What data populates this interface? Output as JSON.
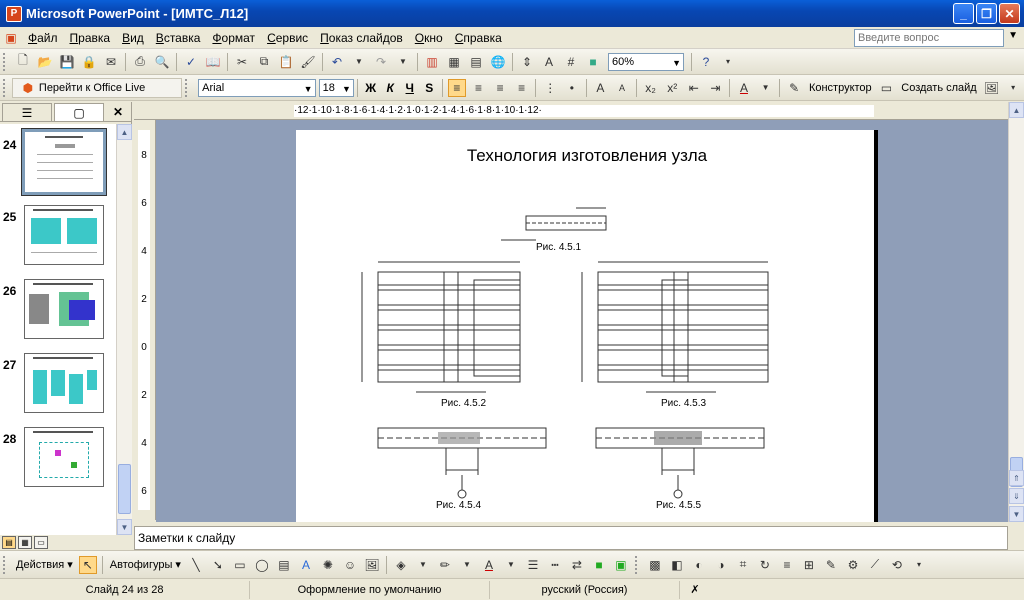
{
  "window": {
    "app_title": "Microsoft PowerPoint - [ИМТС_Л12]",
    "minimize": "_",
    "maximize": "❐",
    "close": "✕"
  },
  "menubar": {
    "items": [
      "Файл",
      "Правка",
      "Вид",
      "Вставка",
      "Формат",
      "Сервис",
      "Показ слайдов",
      "Окно",
      "Справка"
    ],
    "help_placeholder": "Введите вопрос"
  },
  "toolbar_standard": {
    "zoom": "60%"
  },
  "toolbar_formatting": {
    "office_live": "Перейти к Office Live",
    "font": "Arial",
    "size": "18",
    "bold": "Ж",
    "italic": "К",
    "underline": "Ч",
    "shadow": "S",
    "designer": "Конструктор",
    "new_slide": "Создать слайд"
  },
  "slide_pane": {
    "tab_outline": "☰",
    "tab_slides": "▢",
    "close": "✕",
    "thumbnails": [
      {
        "number": "24",
        "selected": true
      },
      {
        "number": "25",
        "selected": false
      },
      {
        "number": "26",
        "selected": false
      },
      {
        "number": "27",
        "selected": false
      },
      {
        "number": "28",
        "selected": false
      }
    ]
  },
  "ruler": {
    "horizontal": "·12·1·10·1·8·1·6·1·4·1·2·1·0·1·2·1·4·1·6·1·8·1·10·1·12·",
    "vertical": [
      "8",
      "6",
      "4",
      "2",
      "0",
      "2",
      "4",
      "6"
    ]
  },
  "slide": {
    "title": "Технология изготовления узла",
    "captions": [
      "Рис.  4.5.1",
      "Рис.  4.5.2",
      "Рис.  4.5.3",
      "Рис.  4.5.4",
      "Рис.  4.5.5"
    ]
  },
  "notes": {
    "text": "Заметки к слайду"
  },
  "drawing_toolbar": {
    "actions": "Действия",
    "autoshapes": "Автофигуры"
  },
  "statusbar": {
    "slide_position": "Слайд 24 из 28",
    "design": "Оформление по умолчанию",
    "language": "русский (Россия)"
  }
}
